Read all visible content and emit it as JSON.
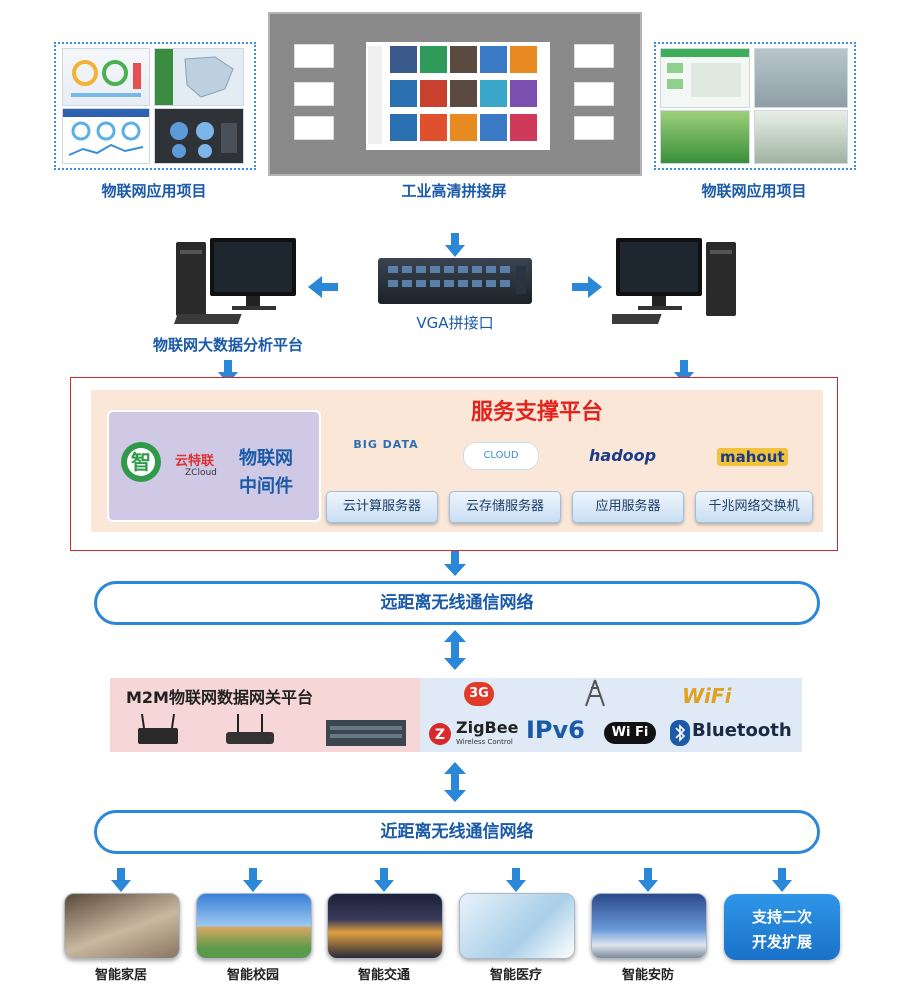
{
  "top": {
    "left_label": "物联网应用项目",
    "center_label": "工业高清拼接屏",
    "right_label": "物联网应用项目"
  },
  "middle": {
    "vga_label": "VGA拼接口",
    "analysis_label": "物联网大数据分析平台"
  },
  "service": {
    "title": "服务支撑平台",
    "middleware_line1": "物联网",
    "middleware_line2": "中间件",
    "logo_text": "云特联",
    "logo_sub": "ZCloud",
    "logo_char": "智",
    "bigdata_logo": "BIG DATA",
    "cloud_logo": "CLOUD",
    "hadoop_logo": "hadoop",
    "mahout_logo": "mahout",
    "buttons": [
      "云计算服务器",
      "云存储服务器",
      "应用服务器",
      "千兆网络交换机"
    ]
  },
  "networks": {
    "long_range": "远距离无线通信网络",
    "short_range": "近距离无线通信网络"
  },
  "gateway": {
    "title": "M2M物联网数据网关平台",
    "protocols": {
      "g3": "3G",
      "wifi_top": "WiFi",
      "zigbee": "ZigBee",
      "zigbee_sub": "Wireless Control",
      "ipv6": "IPv6",
      "wifi_badge": "Wi Fi",
      "bluetooth": "Bluetooth"
    }
  },
  "scenes": [
    "智能家居",
    "智能校园",
    "智能交通",
    "智能医疗",
    "智能安防"
  ],
  "develop_box": {
    "line1": "支持二次",
    "line2": "开发扩展"
  },
  "colors": {
    "arrow": "#2b87d8",
    "service_border": "#d6272d",
    "service_title": "#e2241f",
    "brand_blue": "#1a5aa8"
  }
}
